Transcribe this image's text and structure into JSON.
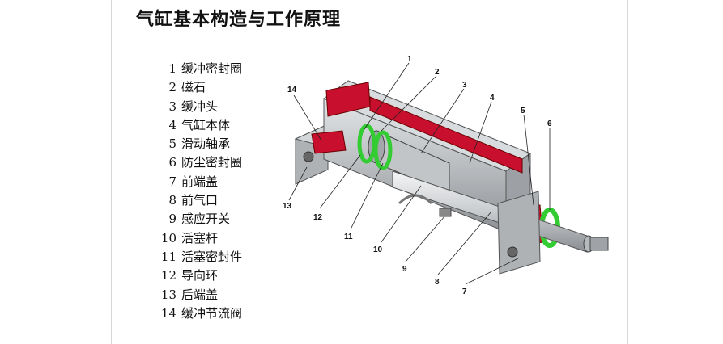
{
  "title": "气缸基本构造与工作原理",
  "parts": [
    {
      "num": "1",
      "name": "缓冲密封圈"
    },
    {
      "num": "2",
      "name": "磁石"
    },
    {
      "num": "3",
      "name": "缓冲头"
    },
    {
      "num": "4",
      "name": "气缸本体"
    },
    {
      "num": "5",
      "name": "滑动轴承"
    },
    {
      "num": "6",
      "name": "防尘密封圈"
    },
    {
      "num": "7",
      "name": "前端盖"
    },
    {
      "num": "8",
      "name": "前气口"
    },
    {
      "num": "9",
      "name": "感应开关"
    },
    {
      "num": "10",
      "name": "活塞杆"
    },
    {
      "num": "11",
      "name": "活塞密封件"
    },
    {
      "num": "12",
      "name": "导向环"
    },
    {
      "num": "13",
      "name": "后端盖"
    },
    {
      "num": "14",
      "name": "缓冲节流阀"
    }
  ],
  "callouts": [
    "1",
    "2",
    "3",
    "4",
    "5",
    "6",
    "7",
    "8",
    "9",
    "10",
    "11",
    "12",
    "13",
    "14"
  ],
  "colors": {
    "body_gray": "#b8bcbf",
    "cutaway_red": "#c8102e",
    "seal_green": "#33cc33",
    "background": "#ffffff"
  }
}
